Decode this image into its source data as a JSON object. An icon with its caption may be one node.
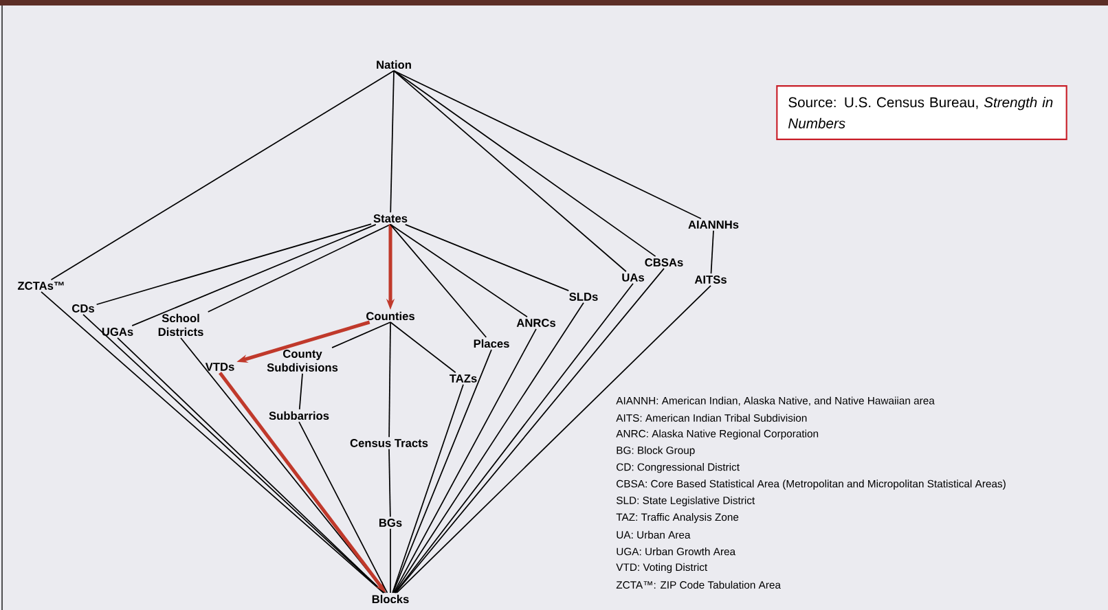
{
  "diagram": {
    "nodes": [
      {
        "text": [
          "Nation"
        ]
      },
      {
        "text": [
          "Source: U.S. Census Bureau, *Strength in Numbers*"
        ]
      },
      {
        "text": [
          "States"
        ]
      },
      {
        "text": [
          "AIANNHs"
        ]
      },
      {
        "text": [
          "CBSAs"
        ]
      },
      {
        "text": [
          "UAs"
        ]
      },
      {
        "text": [
          "AITSs"
        ]
      },
      {
        "text": [
          "ZCTAs™"
        ]
      },
      {
        "text": [
          "SLDs"
        ]
      },
      {
        "text": [
          "CDs"
        ]
      },
      {
        "text": [
          "Counties"
        ]
      },
      {
        "text": [
          "School Districts"
        ]
      },
      {
        "text": [
          "UGAs"
        ]
      },
      {
        "text": [
          "ANRCs"
        ]
      },
      {
        "text": [
          "Places"
        ]
      },
      {
        "text": [
          "County Subdivisions"
        ]
      },
      {
        "text": [
          "VTDs"
        ]
      },
      {
        "text": [
          "TAZs"
        ]
      },
      {
        "text": [
          "Subbarrios"
        ]
      },
      {
        "text": [
          "Census Tracts"
        ]
      },
      {
        "text": [
          "BGs"
        ]
      },
      {
        "text": [
          "Blocks"
        ]
      }
    ],
    "edges": [
      {
        "from": 0,
        "to": 7,
        "arrow": "none"
      },
      {
        "from": 0,
        "to": 2,
        "arrow": "none"
      },
      {
        "from": 0,
        "to": 5,
        "arrow": "none"
      },
      {
        "from": 0,
        "to": 4,
        "arrow": "none"
      },
      {
        "from": 0,
        "to": 3,
        "arrow": "none"
      },
      {
        "from": 2,
        "to": 9,
        "arrow": "none"
      },
      {
        "from": 2,
        "to": 12,
        "arrow": "none"
      },
      {
        "from": 2,
        "to": 11,
        "arrow": "none"
      },
      {
        "from": 2,
        "to": 10,
        "arrow": "to",
        "style": "thick",
        "color": "#c0392b"
      },
      {
        "from": 2,
        "to": 14,
        "arrow": "none"
      },
      {
        "from": 2,
        "to": 13,
        "arrow": "none"
      },
      {
        "from": 2,
        "to": 8,
        "arrow": "none"
      },
      {
        "from": 3,
        "to": 6,
        "arrow": "none"
      },
      {
        "from": 10,
        "to": 16,
        "arrow": "to",
        "style": "thick",
        "color": "#c0392b"
      },
      {
        "from": 10,
        "to": 15,
        "arrow": "none"
      },
      {
        "from": 10,
        "to": 17,
        "arrow": "none"
      },
      {
        "from": 10,
        "to": 19,
        "arrow": "none"
      },
      {
        "from": 15,
        "to": 18,
        "arrow": "none"
      },
      {
        "from": 19,
        "to": 20,
        "arrow": "none"
      },
      {
        "from": 20,
        "to": 21,
        "arrow": "none"
      },
      {
        "from": 7,
        "to": 21,
        "arrow": "none"
      },
      {
        "from": 9,
        "to": 21,
        "arrow": "none"
      },
      {
        "from": 12,
        "to": 21,
        "arrow": "none"
      },
      {
        "from": 11,
        "to": 21,
        "arrow": "none"
      },
      {
        "from": 16,
        "to": 21,
        "arrow": "to",
        "style": "thick",
        "color": "#c0392b"
      },
      {
        "from": 18,
        "to": 21,
        "arrow": "none"
      },
      {
        "from": 17,
        "to": 21,
        "arrow": "none"
      },
      {
        "from": 14,
        "to": 21,
        "arrow": "none"
      },
      {
        "from": 13,
        "to": 21,
        "arrow": "none"
      },
      {
        "from": 8,
        "to": 21,
        "arrow": "none"
      },
      {
        "from": 5,
        "to": 21,
        "arrow": "none"
      },
      {
        "from": 4,
        "to": 21,
        "arrow": "none"
      },
      {
        "from": 6,
        "to": 21,
        "arrow": "none"
      }
    ],
    "labels": [
      "AIANNH:  American Indian, Alaska Native, and Native Hawaiian area",
      "AITS:  American Indian Tribal Subdivision",
      "ANRC:  Alaska Native Regional Corporation",
      "BG:  Block Group",
      "CD:  Congressional District",
      "CBSA:  Core Based Statistical Area (Metropolitan and Micropolitan Statistical Areas)",
      "SLD:  State Legislative District",
      "TAZ:  Traffic Analysis Zone",
      "UA:  Urban Area",
      "UGA:  Urban Growth Area",
      "VTD:  Voting District",
      "ZCTA™:  ZIP Code Tabulation Area"
    ]
  }
}
